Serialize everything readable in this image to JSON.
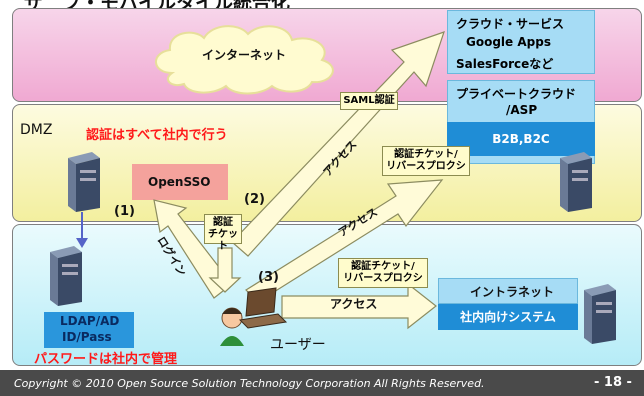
{
  "header": {
    "title": "ザ゛フ・モバイルタイル統合化"
  },
  "zones": {
    "internet": "インターネット",
    "dmz": "DMZ"
  },
  "cloud": {
    "line1": "クラウド・サービス",
    "line2": "Google Apps",
    "line3": "SalesForceなど"
  },
  "private_cloud": {
    "line1": "プライベートクラウド",
    "line2": "/ASP",
    "b2b": "B2B,B2C"
  },
  "dmz_note": "認証はすべて社内で行う",
  "opensso": "OpenSSO",
  "steps": {
    "s1": "(1)",
    "s2": "(2)",
    "s3": "(3)"
  },
  "tags": {
    "saml": "SAML認証",
    "ticket_l1": "認証",
    "ticket_l2": "チケット",
    "rp1_l1": "認証チケット/",
    "rp1_l2": "リバースプロクシ",
    "rp2_l1": "認証チケット/",
    "rp2_l2": "リバースプロクシ"
  },
  "arrows": {
    "access1": "アクセス",
    "access2": "アクセス",
    "access3": "アクセス",
    "login": "ログイン"
  },
  "ldap": {
    "line1": "LDAP/AD",
    "line2": "ID/Pass"
  },
  "password_note": "パスワードは社内で管理",
  "user": "ユーザー",
  "intranet": {
    "title": "イントラネット",
    "system": "社内向けシステム"
  },
  "footer": {
    "copyright": "Copyright © 2010 Open Source Solution Technology Corporation All Rights Reserved.",
    "page": "- 18 -"
  }
}
